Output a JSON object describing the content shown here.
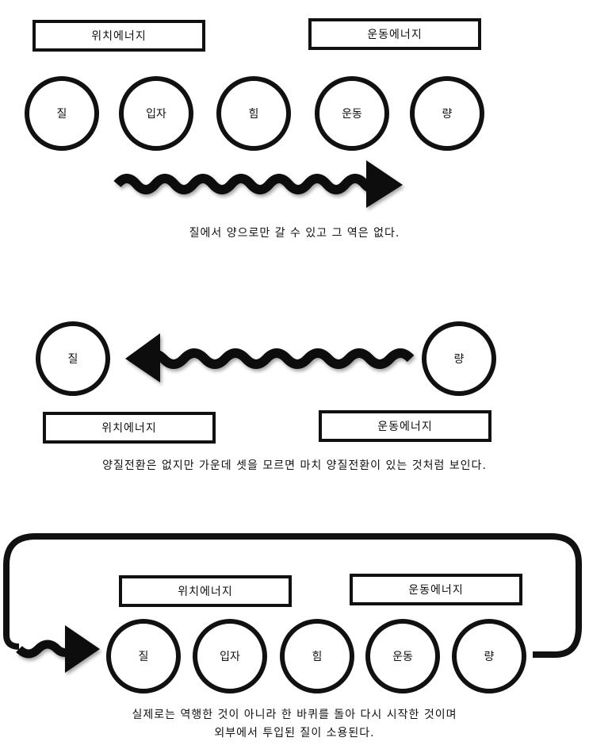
{
  "section1": {
    "boxes": {
      "left": "위치에너지",
      "right": "운동에너지"
    },
    "circles": [
      "질",
      "입자",
      "힘",
      "운동",
      "량"
    ],
    "caption": "질에서 양으로만 갈 수 있고 그 역은 없다."
  },
  "section2": {
    "circles": {
      "left": "질",
      "right": "량"
    },
    "boxes": {
      "left": "위치에너지",
      "right": "운동에너지"
    },
    "caption": "양질전환은 없지만 가운데 셋을 모르면 마치 양질전환이 있는 것처럼 보인다."
  },
  "section3": {
    "boxes": {
      "left": "위치에너지",
      "right": "운동에너지"
    },
    "circles": [
      "질",
      "입자",
      "힘",
      "운동",
      "량"
    ],
    "caption_lines": [
      "실제로는 역행한 것이 아니라 한 바퀴를 돌아 다시 시작한 것이며",
      "외부에서 투입된 질이 소용된다."
    ]
  },
  "colors": {
    "stroke": "#111111",
    "background": "#ffffff"
  }
}
